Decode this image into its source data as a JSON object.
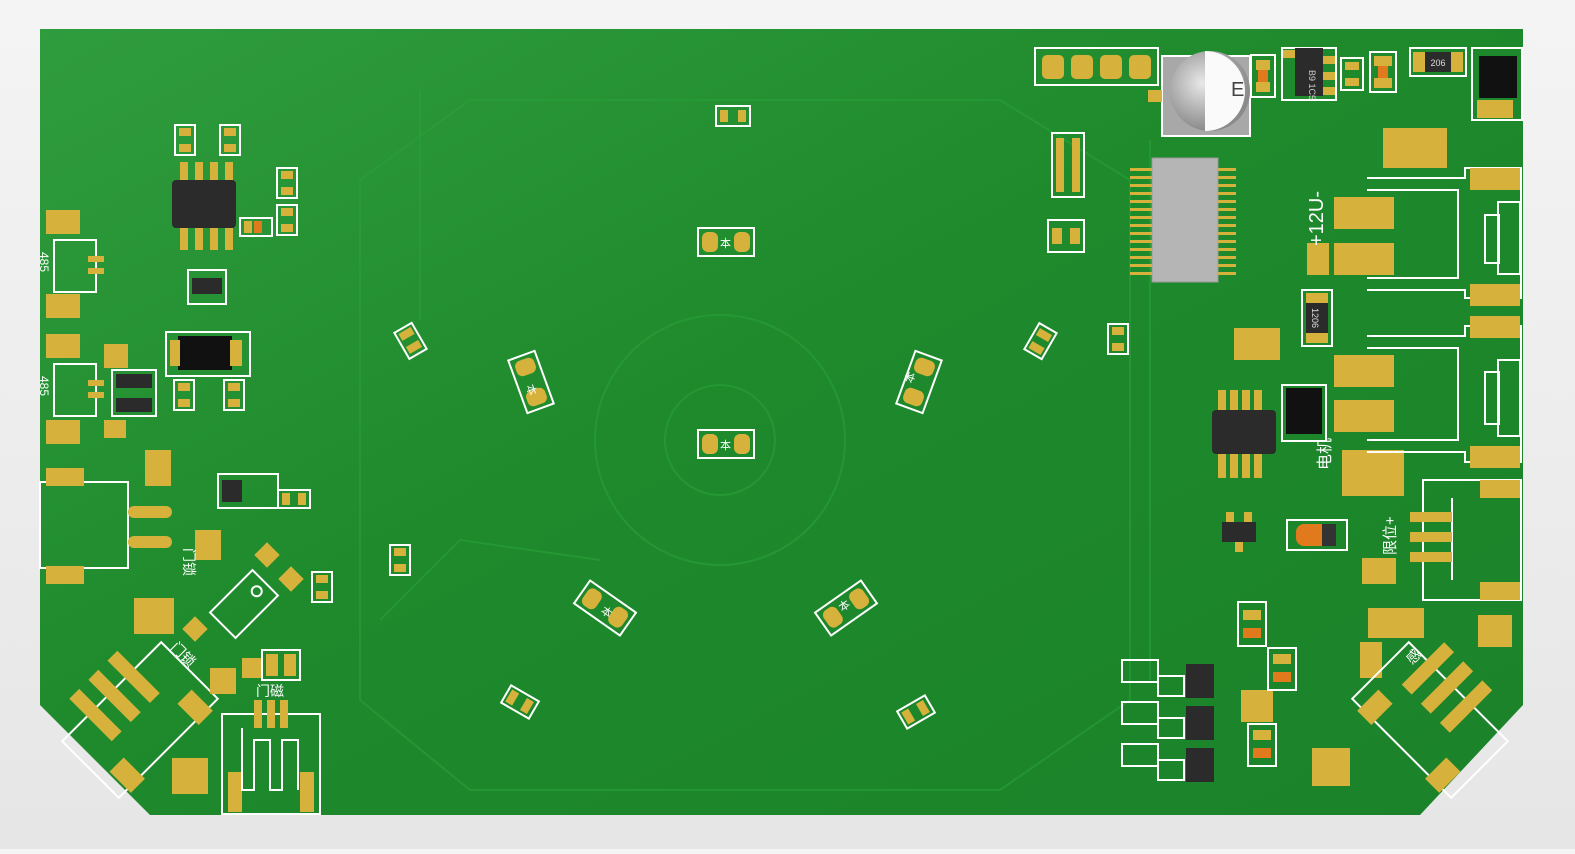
{
  "board": {
    "colors": {
      "background": "#ececec",
      "soldermask": "#1e8a2c",
      "soldermask_light": "#3aa34a",
      "pad": "#d6b23c",
      "silkscreen": "#ffffff",
      "ic_body": "#2b2b2b",
      "capacitor": "#9a9a9a",
      "cap_orange": "#e07a1c"
    }
  },
  "labels": {
    "rs485_top": "485",
    "rs485_bottom": "485",
    "power_12v": "+12U-",
    "motor": "电机",
    "door_lock": "门锁",
    "door_magnet": "门磁",
    "limit_switch": "限位+",
    "sense": "感",
    "cap_top": "E",
    "reg_top": "B9 1C5",
    "res_1206": "1206",
    "res_206": "206",
    "led_a": "本",
    "led_b": "本",
    "led_c": "本",
    "led_d": "本",
    "led_e": "本",
    "led_f": "本"
  }
}
